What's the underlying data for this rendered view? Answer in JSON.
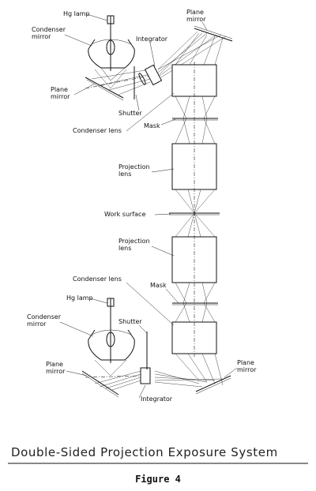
{
  "labels": {
    "hg_lamp_top": "Hg lamp",
    "condenser_mirror_top": [
      "Condenser",
      "mirror"
    ],
    "plane_mirror_top_right": [
      "Plane",
      "mirror"
    ],
    "integrator_top": "Integrator",
    "plane_mirror_top_left": [
      "Plane",
      "mirror"
    ],
    "shutter_top": "Shutter",
    "condenser_lens_top": "Condenser lens",
    "mask_top": "Mask",
    "projection_lens_top": [
      "Projection",
      "lens"
    ],
    "work_surface": "Work surface",
    "projection_lens_bottom": [
      "Projection",
      "lens"
    ],
    "condenser_lens_bottom": "Condenser lens",
    "mask_bottom": "Mask",
    "hg_lamp_bottom": "Hg lamp",
    "condenser_mirror_bottom": [
      "Condenser",
      "mirror"
    ],
    "shutter_bottom": "Shutter",
    "plane_mirror_bottom_left": [
      "Plane",
      "mirror"
    ],
    "plane_mirror_bottom_right": [
      "Plane",
      "mirror"
    ],
    "integrator_bottom": "Integrator"
  },
  "caption": "Double-Sided Projection Exposure System",
  "figure_label": "Figure 4"
}
